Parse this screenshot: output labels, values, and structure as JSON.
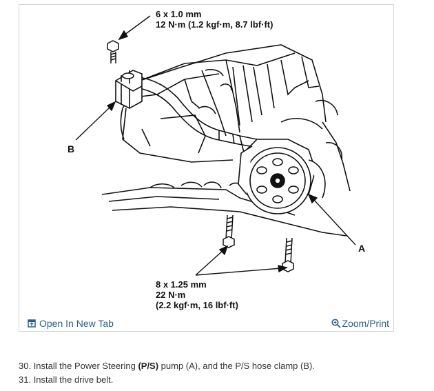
{
  "figure": {
    "callout_top_line1": "6 x 1.0 mm",
    "callout_top_line2": "12 N·m (1.2 kgf·m, 8.7 lbf·ft)",
    "label_b": "B",
    "label_a": "A",
    "callout_bottom_line1": "8 x 1.25 mm",
    "callout_bottom_line2": "22 N·m",
    "callout_bottom_line3": "(2.2 kgf·m, 16 lbf·ft)"
  },
  "footer": {
    "open_tab_label": "Open In New Tab",
    "open_tab_icon": "open-in-new-tab-icon",
    "zoom_label": "Zoom/Print",
    "zoom_icon": "zoom-icon",
    "link_color": "#2b5f8c"
  },
  "steps": [
    {
      "number": "30.",
      "text_before": " Install the Power Steering ",
      "bold": "(P/S)",
      "text_after": " pump (A), and the P/S hose clamp (B)."
    },
    {
      "number": "31.",
      "text": " Install the drive belt."
    }
  ]
}
